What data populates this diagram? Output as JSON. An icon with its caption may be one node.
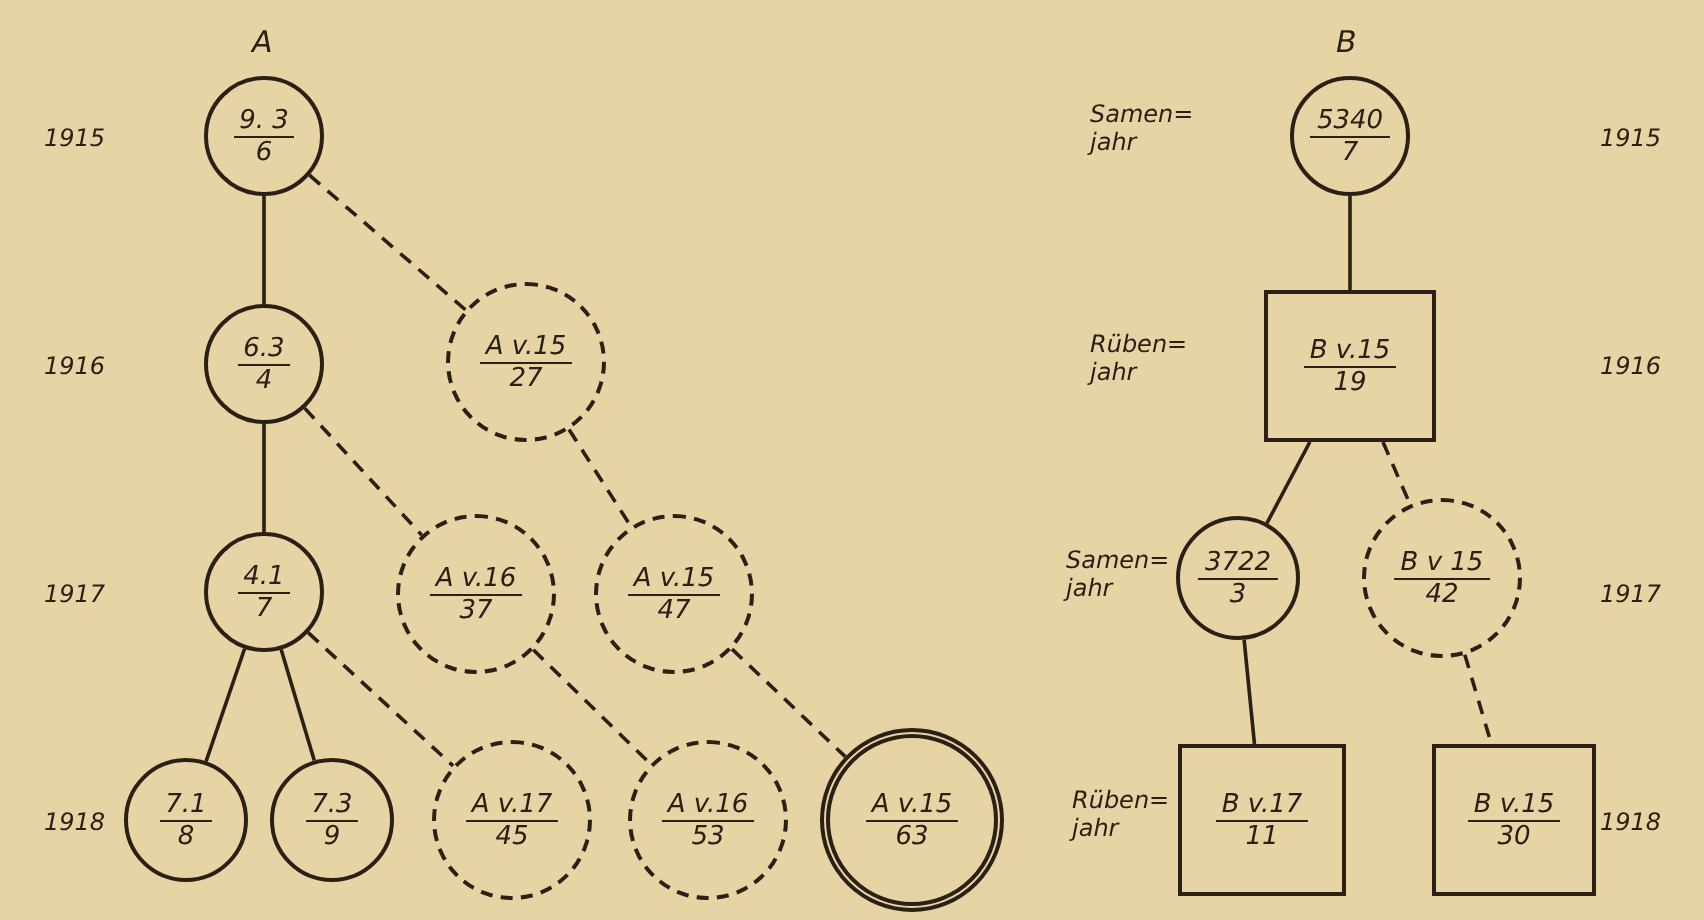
{
  "diagram": {
    "nodes": [
      {
        "text": [
          "9. 3",
          "6"
        ]
      },
      {
        "text": [
          "5340",
          "7"
        ]
      },
      {
        "text": [
          "6.3",
          "4"
        ]
      },
      {
        "text": [
          "A v.15",
          "27"
        ]
      },
      {
        "text": [
          "B v.15",
          "19"
        ]
      },
      {
        "text": [
          "4.1",
          "7"
        ]
      },
      {
        "text": [
          "A v.16",
          "37"
        ]
      },
      {
        "text": [
          "A v.15",
          "47"
        ]
      },
      {
        "text": [
          "3722",
          "3"
        ]
      },
      {
        "text": [
          "B v 15",
          "42"
        ]
      },
      {
        "text": [
          "7.1",
          "8"
        ]
      },
      {
        "text": [
          "7.3",
          "9"
        ]
      },
      {
        "text": [
          "A v.17",
          "45"
        ]
      },
      {
        "text": [
          "A v.16",
          "53"
        ]
      },
      {
        "text": [
          "A v.15",
          "63"
        ]
      },
      {
        "text": [
          "B v.17",
          "11"
        ]
      },
      {
        "text": [
          "B v.15",
          "30"
        ]
      }
    ],
    "edges": [
      {
        "from": 0,
        "to": 2,
        "arrow": "none"
      },
      {
        "from": 0,
        "to": 3,
        "arrow": "none",
        "style": "dashed"
      },
      {
        "from": 2,
        "to": 5,
        "arrow": "none"
      },
      {
        "from": 2,
        "to": 6,
        "arrow": "none",
        "style": "dashed"
      },
      {
        "from": 3,
        "to": 7,
        "arrow": "none",
        "style": "dashed"
      },
      {
        "from": 5,
        "to": 10,
        "arrow": "none"
      },
      {
        "from": 5,
        "to": 11,
        "arrow": "none"
      },
      {
        "from": 5,
        "to": 12,
        "arrow": "none",
        "style": "dashed"
      },
      {
        "from": 6,
        "to": 13,
        "arrow": "none",
        "style": "dashed"
      },
      {
        "from": 7,
        "to": 14,
        "arrow": "none",
        "style": "dashed"
      },
      {
        "from": 1,
        "to": 4,
        "arrow": "none"
      },
      {
        "from": 4,
        "to": 8,
        "arrow": "none"
      },
      {
        "from": 4,
        "to": 9,
        "arrow": "none",
        "style": "dashed"
      },
      {
        "from": 8,
        "to": 15,
        "arrow": "none"
      },
      {
        "from": 9,
        "to": 16,
        "arrow": "none",
        "style": "dashed"
      }
    ],
    "labels": [
      "A",
      "B",
      "1915",
      "Samen= jahr",
      "1915",
      "1916",
      "Rüben= jahr",
      "1916",
      "1917",
      "Samen= jahr",
      "1917",
      "1918",
      "Rüben= jahr",
      "1918"
    ]
  }
}
